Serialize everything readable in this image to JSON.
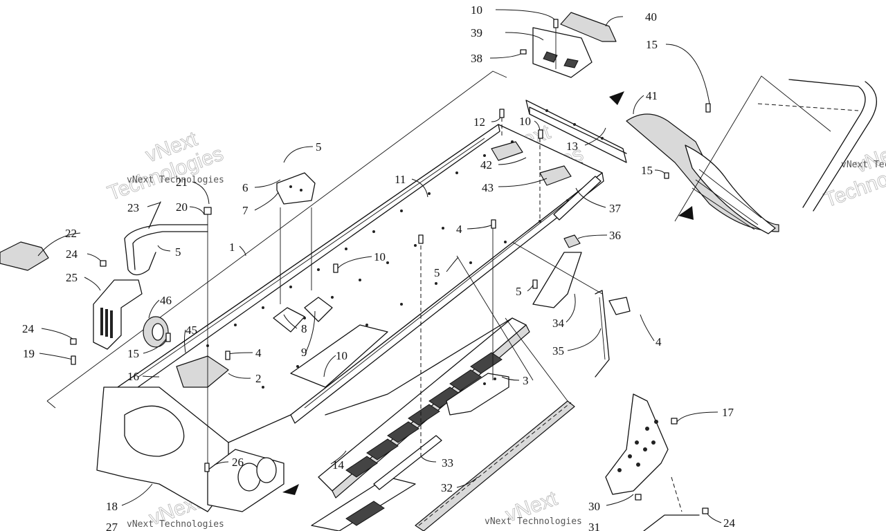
{
  "watermarks": [
    {
      "text": "vNext",
      "style": "outline"
    },
    {
      "text": "Technologies",
      "style": "outline"
    },
    {
      "text": "vNext Technologies",
      "style": "small"
    }
  ],
  "callouts": [
    "10",
    "40",
    "39",
    "38",
    "15",
    "41",
    "12",
    "10",
    "13",
    "15",
    "5",
    "42",
    "43",
    "6",
    "7",
    "11",
    "37",
    "21",
    "23",
    "20",
    "22",
    "24",
    "5",
    "1",
    "4",
    "36",
    "10",
    "5",
    "25",
    "46",
    "5",
    "34",
    "4",
    "8",
    "9",
    "24",
    "15",
    "45",
    "4",
    "35",
    "10",
    "19",
    "16",
    "2",
    "3",
    "17",
    "26",
    "14",
    "33",
    "18",
    "32",
    "30",
    "27",
    "31",
    "24"
  ]
}
